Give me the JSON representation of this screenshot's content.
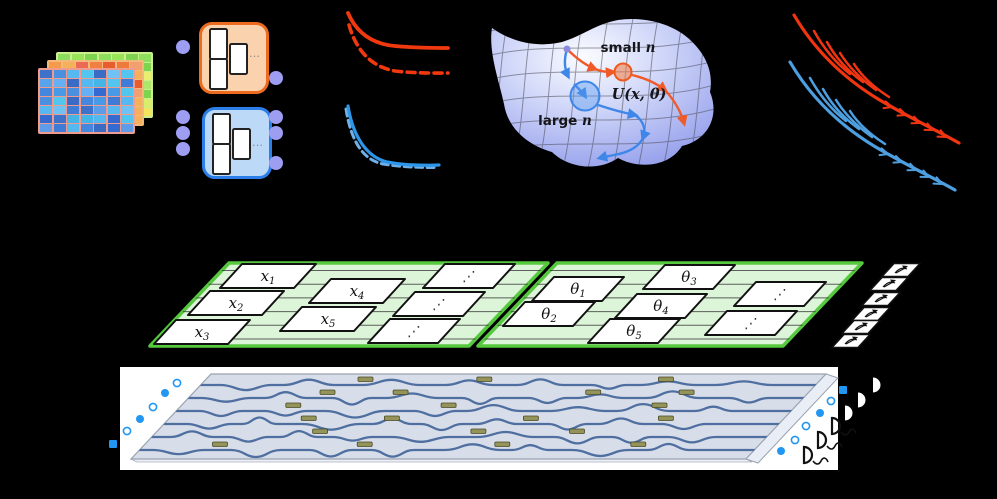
{
  "figure": {
    "bg": "#000000",
    "heatmap": {
      "rows": 7,
      "cols": 7,
      "front_palette": [
        "#4a8fe0",
        "#3f7cd8",
        "#57a4ec",
        "#45b4e6",
        "#3a6cc6",
        "#64b0f2",
        "#52c6ee",
        "#4586de",
        "#5c9ce8",
        "#3d72ca",
        "#70c2f4",
        "#4899e6",
        "#356bd0",
        "#55b8f0"
      ],
      "front_grout": "#ef9b8e",
      "mid_palette": [
        "#f59a4a",
        "#ef7b3a",
        "#e85c2e",
        "#f4b05a",
        "#ea6a55",
        "#f08040",
        "#e8522a",
        "#f2a070"
      ],
      "mid_grout": "#f2b97a",
      "back_palette": [
        "#8ede5e",
        "#aee86a",
        "#d6ee6a",
        "#f2e45e",
        "#7ed44e",
        "#c2ea62",
        "#98e458",
        "#e8ee70"
      ],
      "back_grout": "#cdee8f"
    },
    "models": {
      "ellipsis": "…",
      "orange_border": "#ED6B1E",
      "orange_fill": "#FAD3AE",
      "blue_border": "#2C7FE8",
      "blue_fill": "#BCD9F8",
      "dot_color": "#9D9DF2"
    },
    "loss_curves": {
      "red": "#F2380E",
      "blue": "#2E96E8",
      "blue_light": "#6FB0EA"
    },
    "landscape": {
      "small_label_pre": "small ",
      "small_label_var": "n",
      "large_label_pre": "large ",
      "large_label_var": "n",
      "unitary_label": "U(x, θ)",
      "orange": "#F05A28",
      "blue": "#3E86E8"
    },
    "bundles": {
      "red": "#F23511",
      "blue": "#4D9FE0"
    },
    "processor": {
      "slab_border": "#56C93F",
      "slab_fill": "#DCF4D8",
      "data_tiles": [
        {
          "base": "x",
          "sub": "1"
        },
        {
          "base": "x",
          "sub": "2"
        },
        {
          "base": "x",
          "sub": "3"
        },
        {
          "base": "x",
          "sub": "4"
        },
        {
          "base": "x",
          "sub": "5"
        }
      ],
      "param_tiles": [
        {
          "base": "θ",
          "sub": "1"
        },
        {
          "base": "θ",
          "sub": "2"
        },
        {
          "base": "θ",
          "sub": "3"
        },
        {
          "base": "θ",
          "sub": "4"
        },
        {
          "base": "θ",
          "sub": "5"
        }
      ],
      "dots_tile": "⋰",
      "gauge_count": 6
    },
    "chip": {
      "fill": "#D7DDE9",
      "facet_fill": "#E9EDF5",
      "waveguide_color": "#4F6FA0",
      "waveguide_count": 6,
      "heater_fill": "#94945A",
      "heater_edge": "#4A4A24",
      "photon_color": "#2196F3"
    }
  }
}
